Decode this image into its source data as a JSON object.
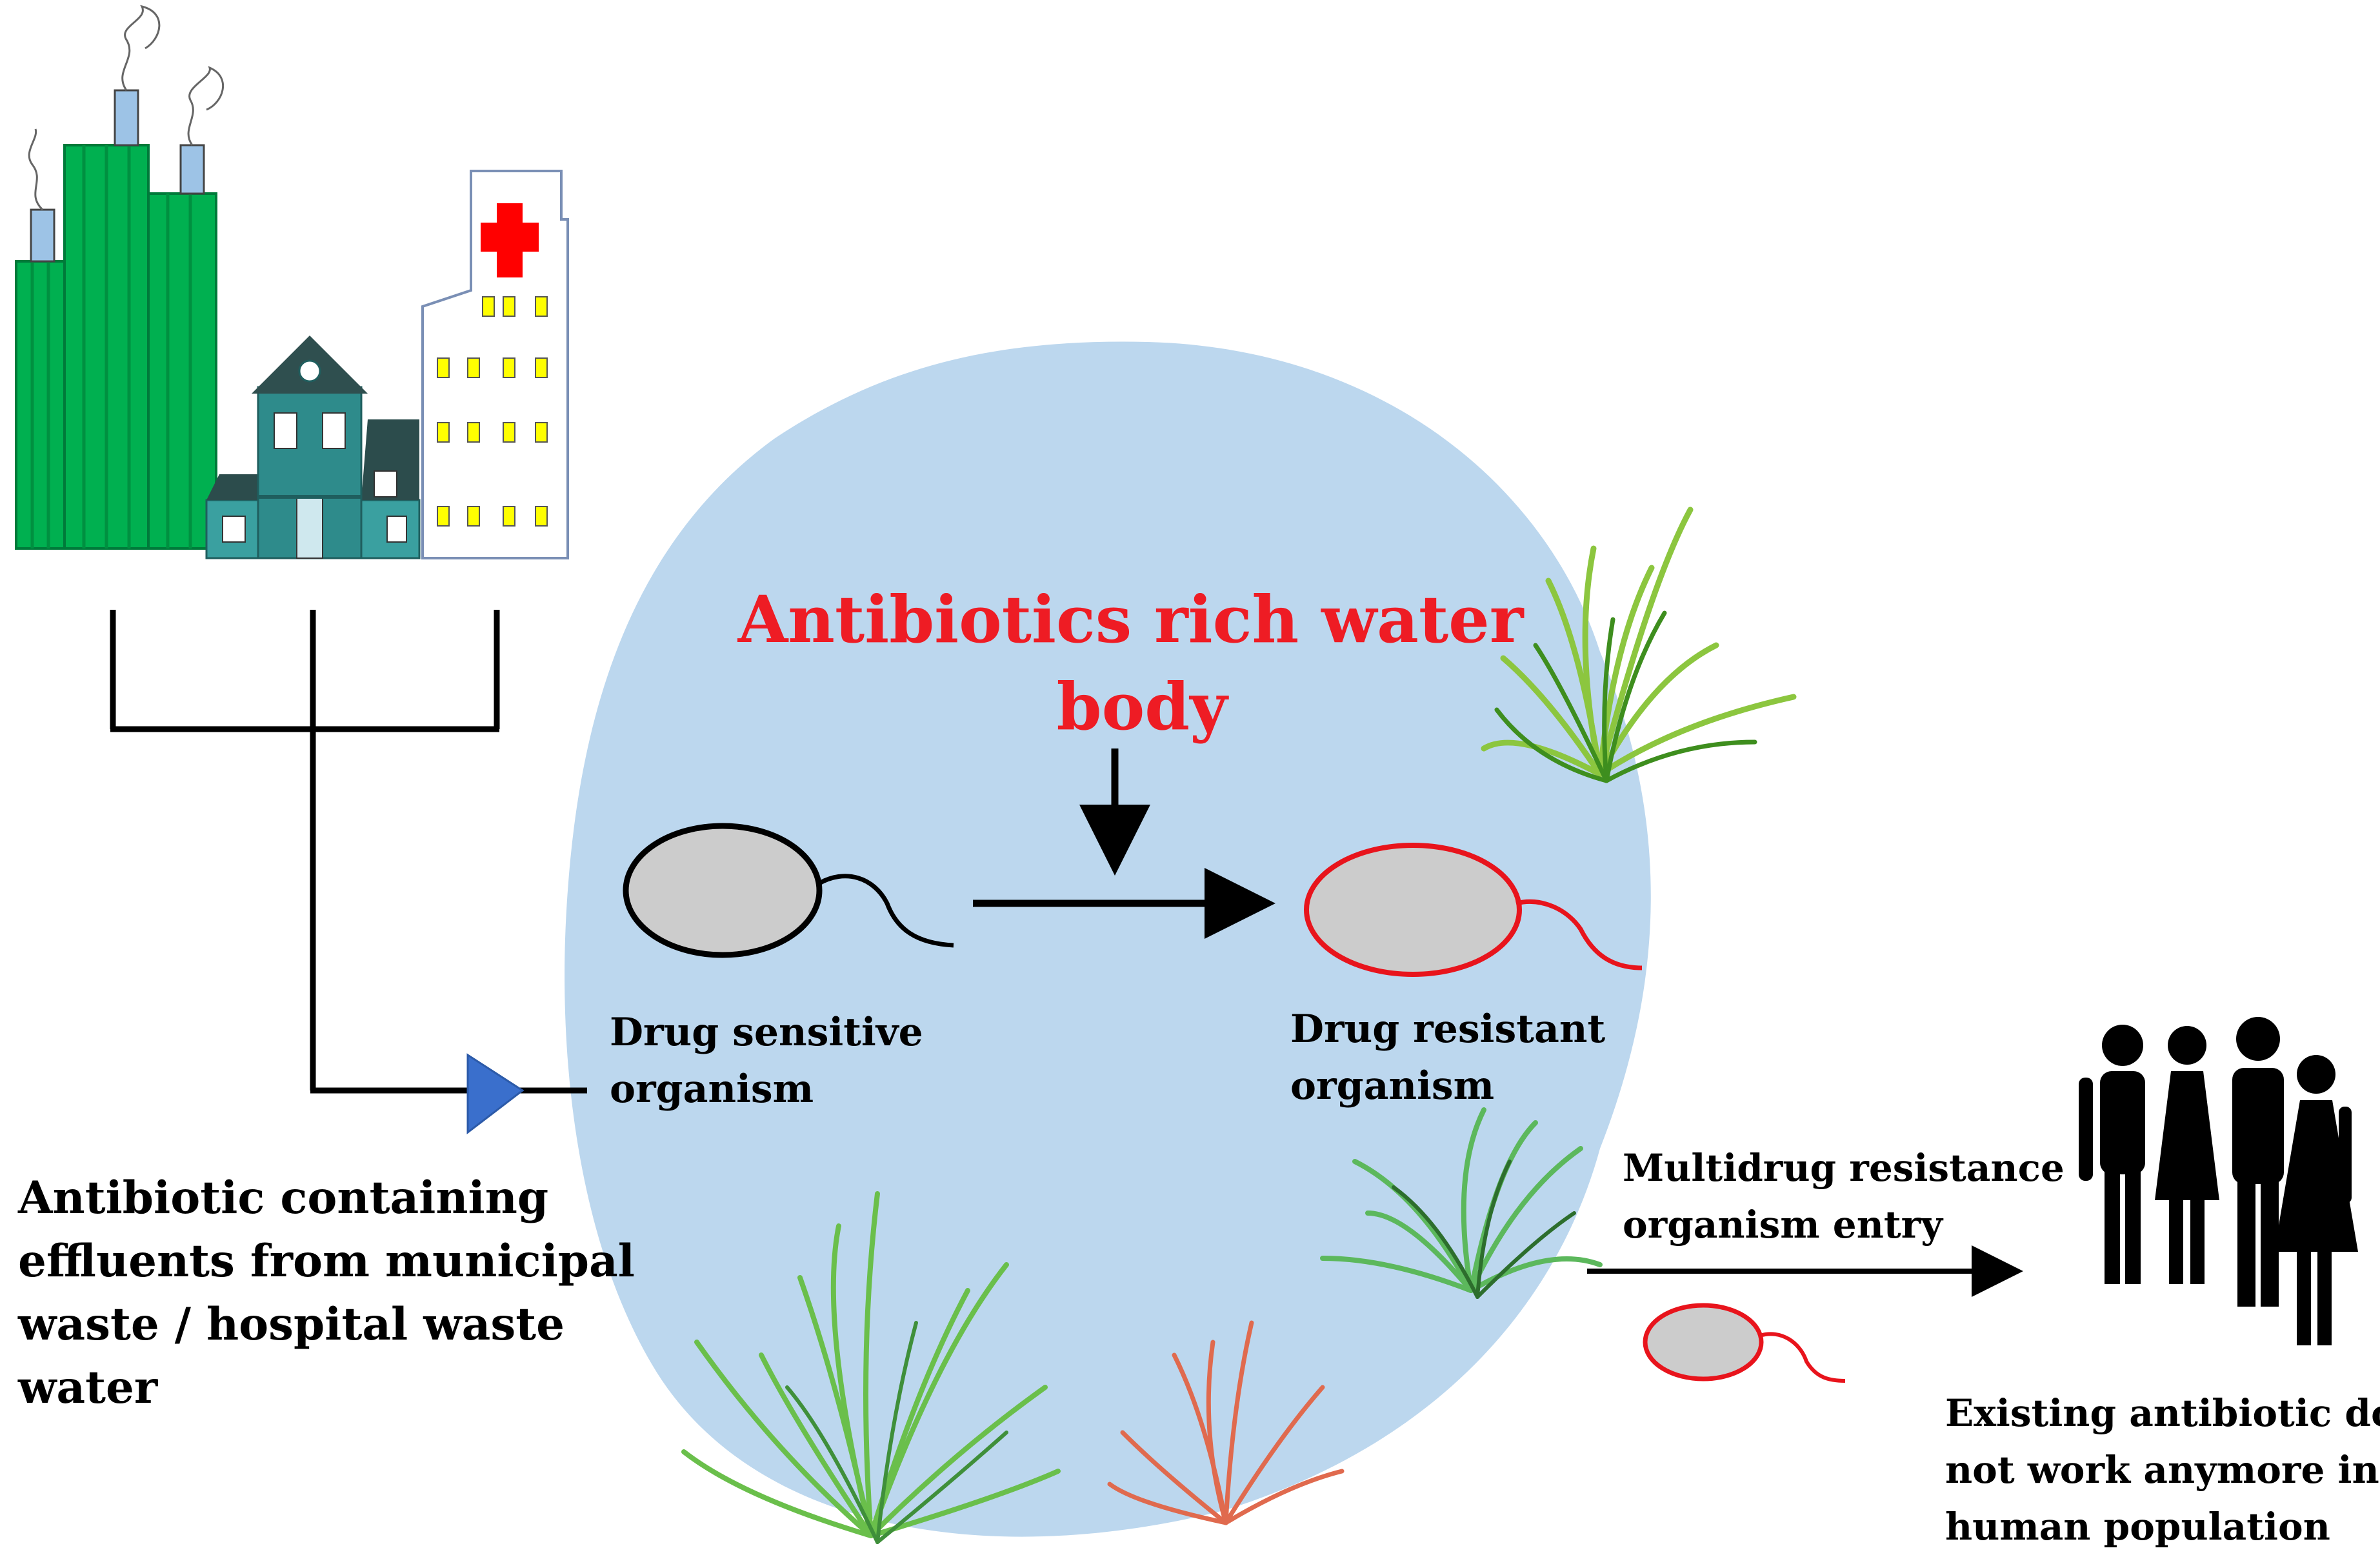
{
  "title": [
    "Antibiotics rich water",
    "body"
  ],
  "sensitive_label": [
    "Drug sensitive",
    "organism"
  ],
  "resistant_label": [
    "Drug resistant",
    "organism"
  ],
  "effluent_label": [
    "Antibiotic containing",
    "effluents from municipal",
    "waste / hospital waste",
    "water"
  ],
  "mdr_label": [
    "Multidrug resistance",
    "organism entry"
  ],
  "outcome_label": [
    "Existing antibiotic do",
    "not work anymore in",
    "human population"
  ],
  "colors": {
    "water": "#bcd7ee",
    "title": "#ee1c24",
    "resistant_outline": "#e8141c",
    "cell_fill": "#cccccc",
    "factory": "#00b050",
    "house": "#2e8b8b",
    "hospital_cross": "#ff0000",
    "window": "#ffff00",
    "inlet_arrow": "#3a6fcc"
  },
  "icons": [
    "factory-icon",
    "house-icon",
    "hospital-icon",
    "grass-icon",
    "people-icon",
    "bacterium-icon"
  ]
}
